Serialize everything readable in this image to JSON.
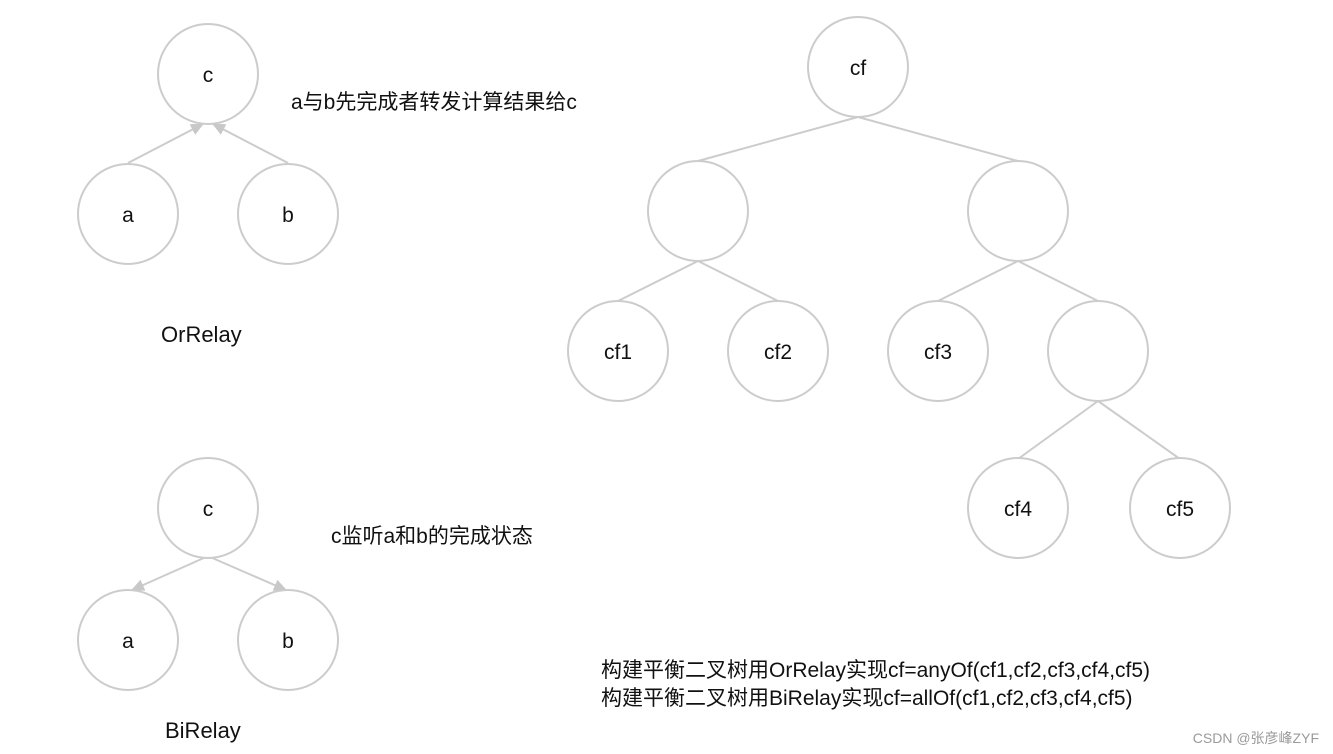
{
  "colors": {
    "stroke": "#cccccc",
    "arrow": "#c8c8c8",
    "text": "#111111",
    "credit": "#9a9a9a"
  },
  "or_relay": {
    "title": "OrRelay",
    "note": "a与b先完成者转发计算结果给c",
    "nodes": {
      "top": "c",
      "left": "a",
      "right": "b"
    }
  },
  "bi_relay": {
    "title": "BiRelay",
    "note": "c监听a和b的完成状态",
    "nodes": {
      "top": "c",
      "left": "a",
      "right": "b"
    }
  },
  "tree": {
    "root": "cf",
    "leaves": [
      "cf1",
      "cf2",
      "cf3",
      "cf4",
      "cf5"
    ]
  },
  "footer": {
    "line1": "构建平衡二叉树用OrRelay实现cf=anyOf(cf1,cf2,cf3,cf4,cf5)",
    "line2": "构建平衡二叉树用BiRelay实现cf=allOf(cf1,cf2,cf3,cf4,cf5)"
  },
  "credit": "CSDN @张彦峰ZYF"
}
